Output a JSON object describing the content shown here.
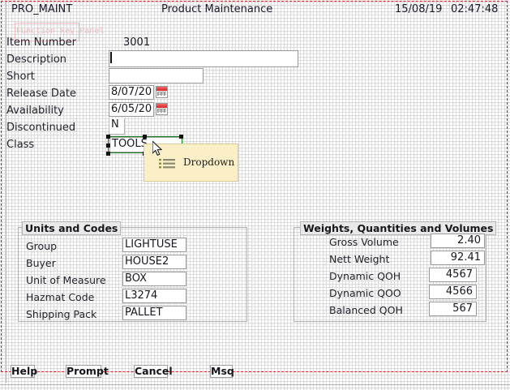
{
  "header": {
    "app_name": "PRO_MAINT",
    "title": "Product Maintenance",
    "date": "15/08/19",
    "time": "02:47:48"
  },
  "function_key_panel": {
    "label": "Function key Panel"
  },
  "form": {
    "fields": [
      {
        "label": "Item Number",
        "value": "3001",
        "type": "static"
      },
      {
        "label": "Description",
        "value": "",
        "type": "text"
      },
      {
        "label": "Short",
        "value": "",
        "type": "text"
      },
      {
        "label": "Release Date",
        "value": "8/07/20",
        "type": "date"
      },
      {
        "label": "Availability",
        "value": "6/05/20",
        "type": "date"
      },
      {
        "label": "Discontinued",
        "value": "N",
        "type": "flag"
      },
      {
        "label": "Class",
        "value": "TOOLS",
        "type": "dropdown"
      }
    ]
  },
  "tooltip": {
    "text": "Dropdown",
    "icon": "list-icon",
    "bg_color": "#faefc6"
  },
  "selection": {
    "color": "#0a7a12",
    "target": "Class"
  },
  "units_panel": {
    "legend": "Units and Codes",
    "rows": [
      {
        "label": "Group",
        "value": "LIGHTUSE"
      },
      {
        "label": "Buyer",
        "value": "HOUSE2"
      },
      {
        "label": "Unit of Measure",
        "value": "BOX"
      },
      {
        "label": "Hazmat Code",
        "value": "L3274"
      },
      {
        "label": "Shipping Pack",
        "value": "PALLET"
      }
    ]
  },
  "weights_panel": {
    "legend": "Weights, Quantities and Volumes",
    "rows": [
      {
        "label": "Gross Volume",
        "value": "2.40"
      },
      {
        "label": "Nett Weight",
        "value": "92.41"
      },
      {
        "label": "Dynamic QOH",
        "value": "4567"
      },
      {
        "label": "Dynamic QOO",
        "value": "4566"
      },
      {
        "label": "Balanced QOH",
        "value": "567"
      }
    ]
  },
  "buttons": [
    {
      "label": "Help"
    },
    {
      "label": "Prompt"
    },
    {
      "label": "Cancel"
    },
    {
      "label": "Msq"
    }
  ]
}
